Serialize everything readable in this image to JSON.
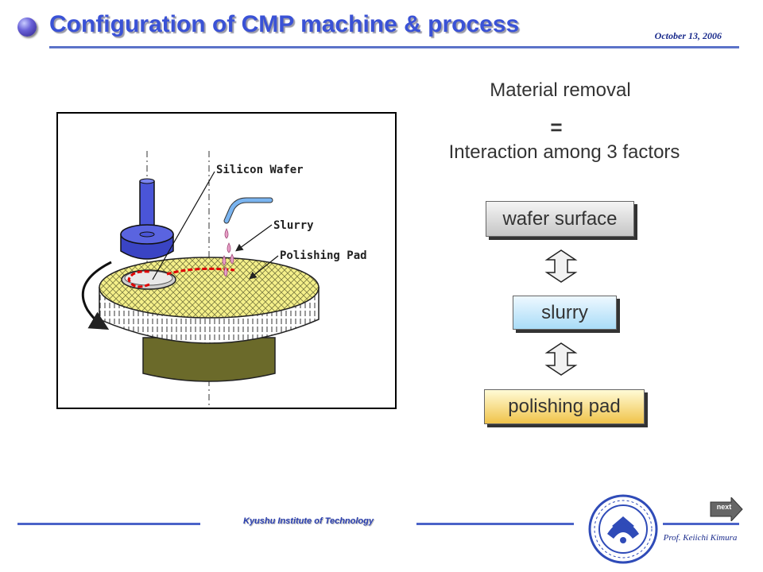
{
  "header": {
    "title": "Configuration of CMP machine & process",
    "date": "October 13, 2006"
  },
  "diagram": {
    "labels": {
      "wafer": "Silicon Wafer",
      "slurry": "Slurry",
      "pad": "Polishing Pad"
    }
  },
  "concept": {
    "material_removal": "Material removal",
    "equals": "=",
    "interaction": "Interaction among 3 factors",
    "factors": [
      "wafer surface",
      "slurry",
      "polishing pad"
    ]
  },
  "footer": {
    "institute": "Kyushu Institute of Technology",
    "author": "Prof. Keiichi Kimura",
    "next_label": "next"
  },
  "colors": {
    "title": "#3a52d6",
    "rule": "#4b63c8",
    "pad_top": "#f5f08a",
    "chuck": "#4a55d8",
    "base": "#6b6a2a",
    "slurry": "#e8a0c8",
    "motion_arrow": "#e00000"
  }
}
